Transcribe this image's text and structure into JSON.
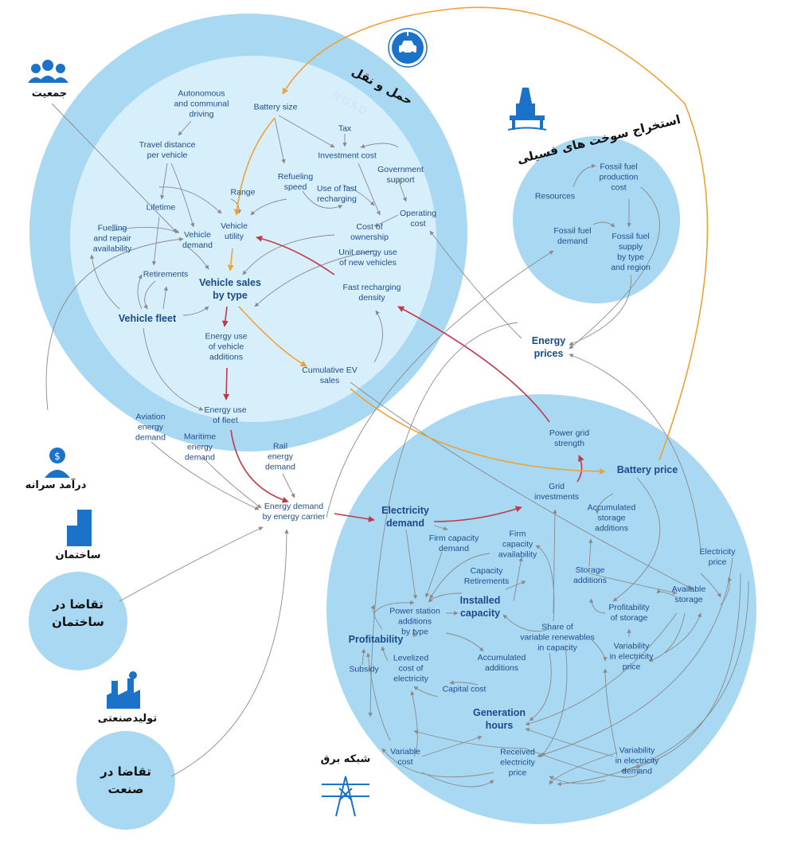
{
  "colors": {
    "outer_circle": "#a9d8f2",
    "inner_circle": "#d7eefb",
    "text": "#1f4e8c",
    "arrow_gray": "#8a8a8a",
    "arrow_red": "#c0394b",
    "arrow_orange": "#f0a035",
    "icon_blue": "#1a73c9"
  },
  "persian": {
    "transport": "حمل و نقل",
    "population": "جمعیت",
    "fossil_extraction": "استخراج سوخت های فسیلی",
    "income": "درآمد سرانه",
    "building": "ساختمان",
    "building_demand": "تقاضا در\nساختمان",
    "industry": "تولیدصنعتی",
    "industry_demand": "تقاضا در\nصنعت",
    "grid": "شبکه برق"
  },
  "road": "ROAD",
  "nodes": {
    "autonomous": "Autonomous\nand communal\ndriving",
    "battery_size": "Battery size",
    "travel_distance": "Travel distance\nper vehicle",
    "tax": "Tax",
    "investment_cost": "Investment cost",
    "government_support": "Government\nsupport",
    "refueling_speed": "Refueling\nspeed",
    "use_fast_recharging": "Use of fast\nrecharging",
    "range": "Range",
    "lifetime": "Lifetime",
    "operating_cost": "Operating\ncost",
    "fuelling_repair": "Fuelling\nand repair\navailability",
    "vehicle_utility": "Vehicle\nutility",
    "cost_of_ownership": "Cost of\nownership",
    "vehicle_demand": "Vehicle\ndemand",
    "unit_energy_use": "Unit energy use\nof new vehicles",
    "retirements": "Retirements",
    "vehicle_sales": "Vehicle sales\nby type",
    "fast_recharging_density": "Fast recharging\ndensity",
    "vehicle_fleet": "Vehicle fleet",
    "energy_use_additions": "Energy use\nof vehicle\nadditions",
    "cumulative_ev": "Cumulative EV\nsales",
    "energy_use_fleet": "Energy use\nof fleet",
    "aviation": "Aviation\nenergy\ndemand",
    "maritime": "Maritime\nenergy\ndemand",
    "rail": "Rail\nenergy\ndemand",
    "energy_demand_carrier": "Energy demand\nby energy carrier",
    "resources": "Resources",
    "ff_production_cost": "Fossil fuel\nproduction\ncost",
    "ff_demand": "Fossil fuel\ndemand",
    "ff_supply": "Fossil fuel\nsupply\nby type\nand region",
    "energy_prices": "Energy\nprices",
    "power_grid_strength": "Power grid\nstrength",
    "battery_price": "Battery price",
    "grid_investments": "Grid\ninvestments",
    "electricity_demand": "Electricity\ndemand",
    "accumulated_storage": "Accumulated\nstorage\nadditions",
    "firm_capacity_demand": "Firm capacity\ndemand",
    "firm_capacity_availability": "Firm\ncapacity\navailability",
    "electricity_price": "Electricity\nprice",
    "capacity_retirements": "Capacity\nRetirements",
    "storage_additions": "Storage\nadditions",
    "available_storage": "Available\nstorage",
    "installed_capacity": "Installed\ncapacity",
    "power_station_additions": "Power station\nadditions\nby type",
    "profitability_storage": "Profitability\nof storage",
    "share_variable_renewables": "Share of\nvariable renewables\nin capacity",
    "profitability": "Profitability",
    "variability_price": "Variability\nin electricity\nprice",
    "levelized_cost": "Levelized\ncost of\nelectricity",
    "accumulated_additions": "Accumulated\nadditions",
    "subsidy": "Subsidy",
    "capital_cost": "Capital cost",
    "generation_hours": "Generation\nhours",
    "variable_cost": "Variable\ncost",
    "received_price": "Received\nelectricity\nprice",
    "variability_demand": "Variability\nin electricity\ndemand"
  }
}
